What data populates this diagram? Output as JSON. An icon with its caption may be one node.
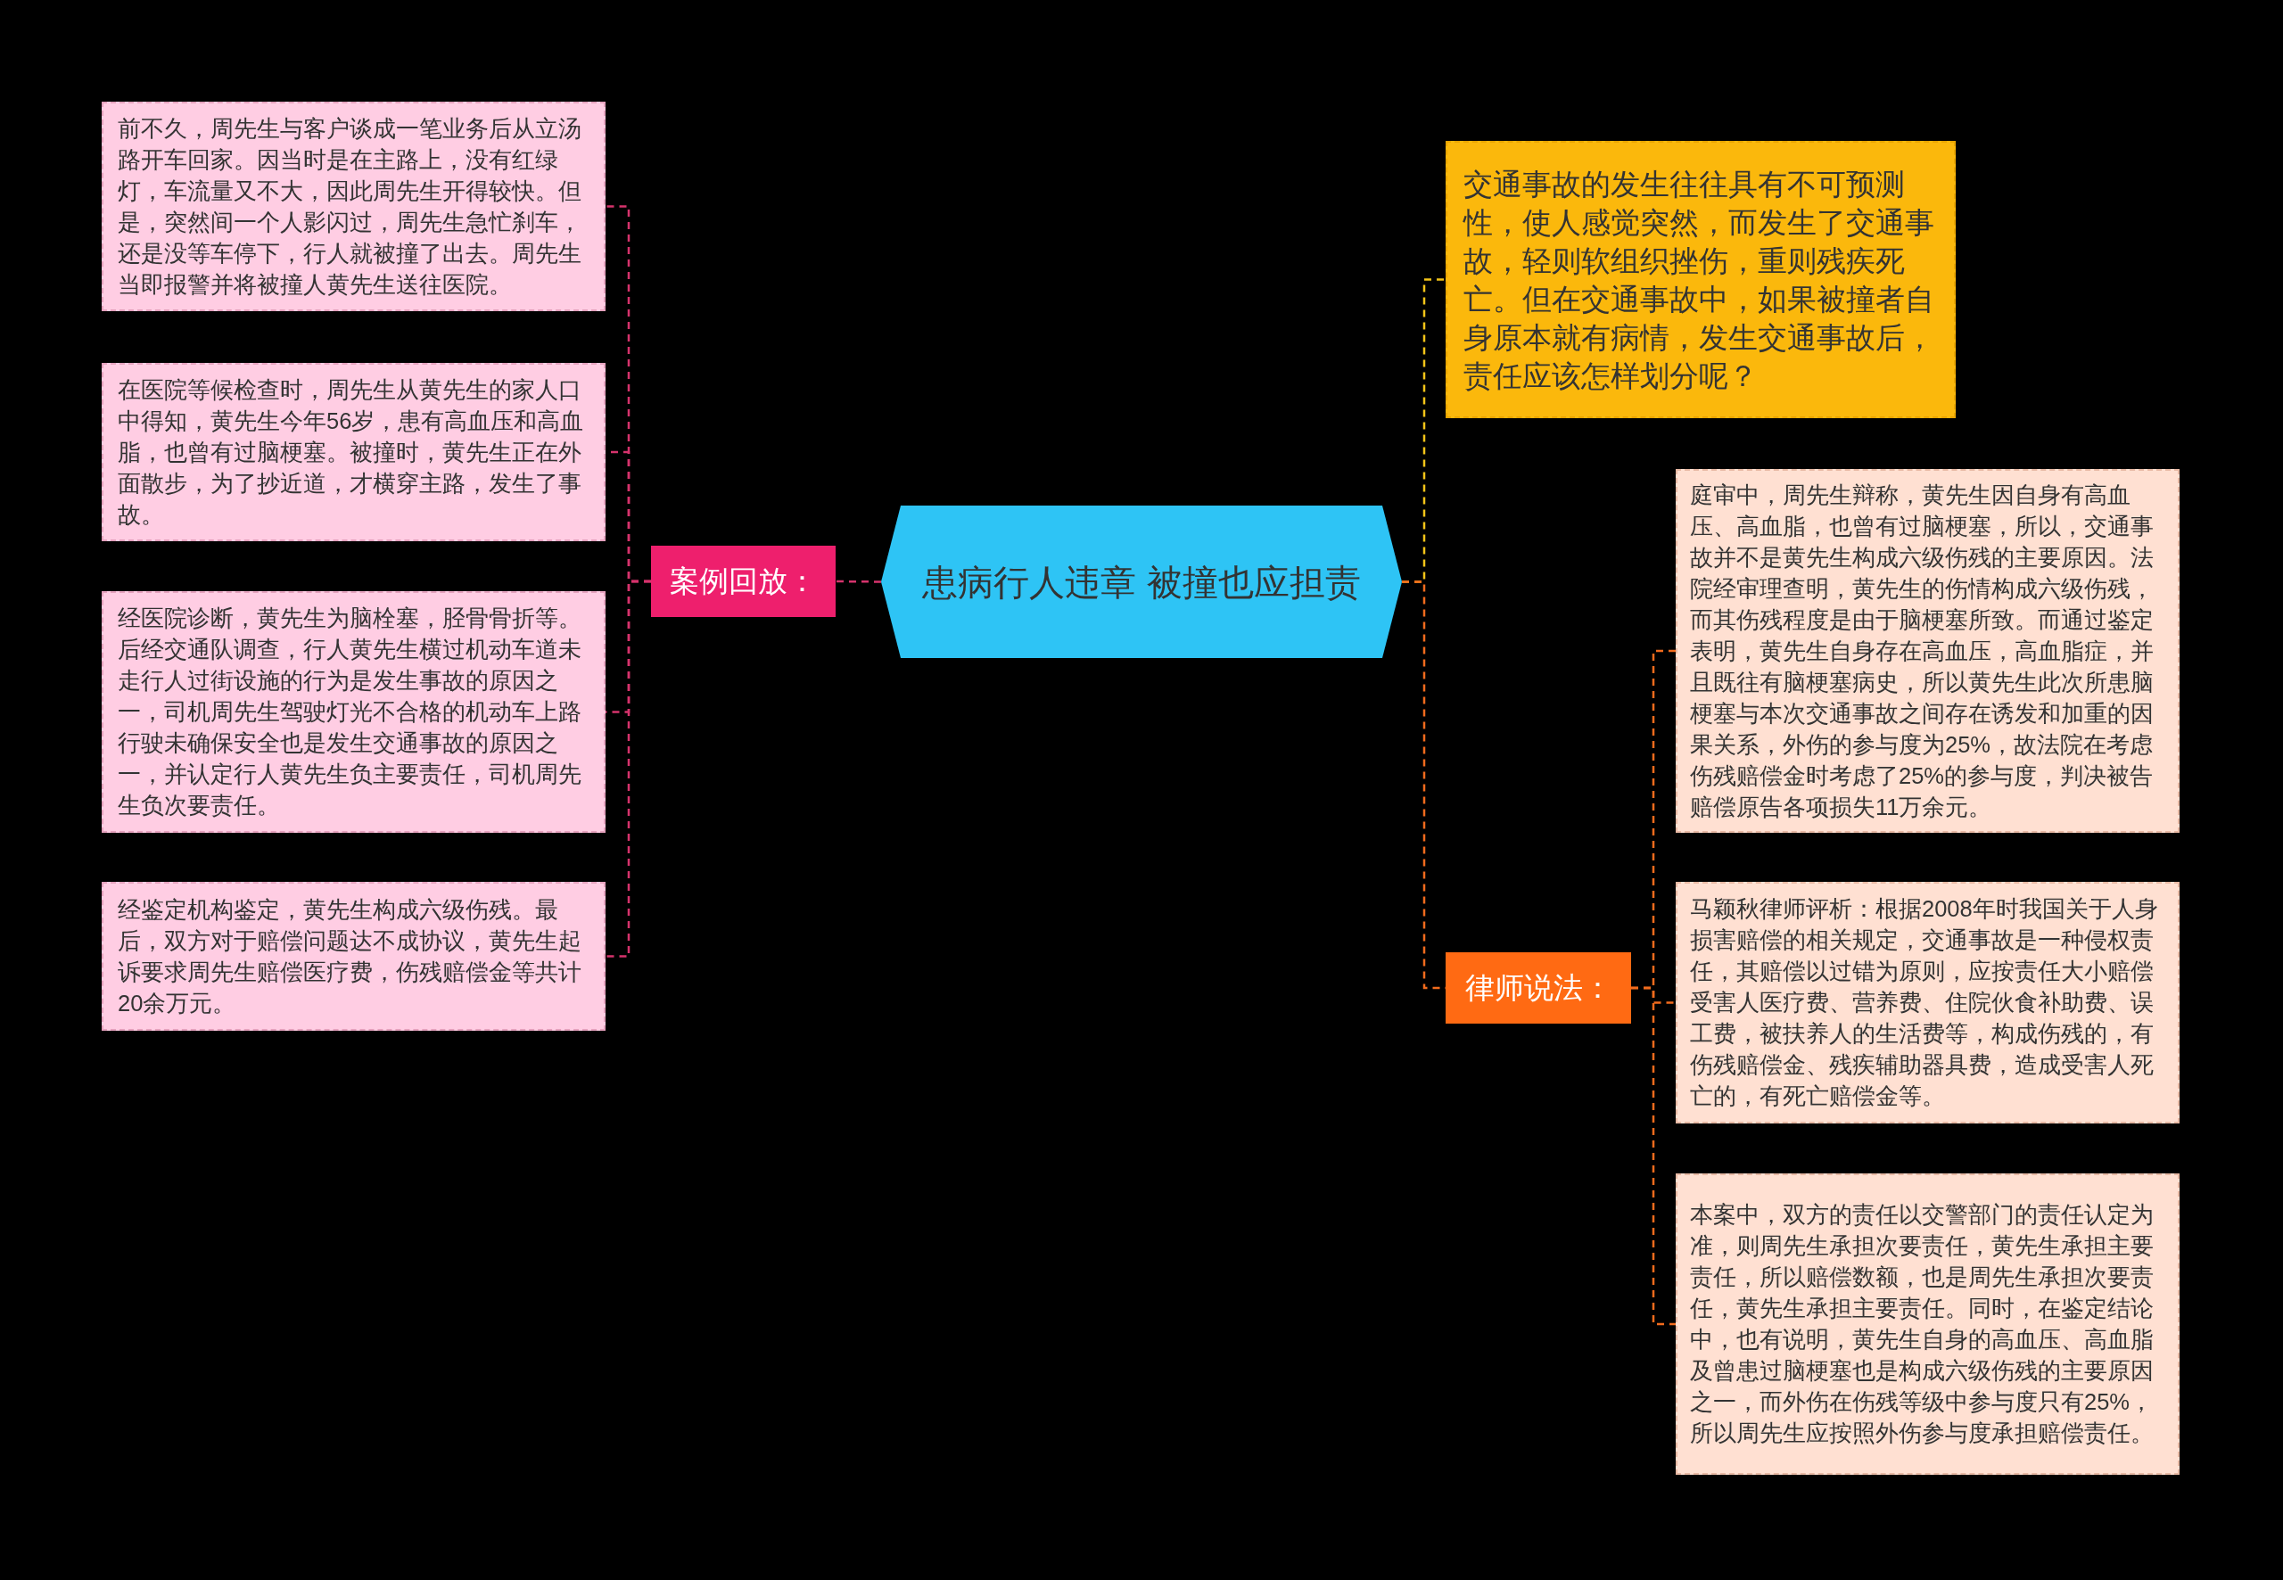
{
  "diagram": {
    "nodes": [
      {
        "text": [
          "患病行人违章 被撞也应担责"
        ]
      },
      {
        "text": [
          "案例回放："
        ]
      },
      {
        "text": [
          "前不久，周先生与客户谈成一笔业务后从立汤路开车回家。因当时是在主路上，没有红绿灯，车流量又不大，因此周先生开得较快。但是，突然间一个人影闪过，周先生急忙刹车，还是没等车停下，行人就被撞了出去。周先生当即报警并将被撞人黄先生送往医院。"
        ]
      },
      {
        "text": [
          "在医院等候检查时，周先生从黄先生的家人口中得知，黄先生今年56岁，患有高血压和高血脂，也曾有过脑梗塞。被撞时，黄先生正在外面散步，为了抄近道，才横穿主路，发生了事故。"
        ]
      },
      {
        "text": [
          "经医院诊断，黄先生为脑栓塞，胫骨骨折等。后经交通队调查，行人黄先生横过机动车道未走行人过街设施的行为是发生事故的原因之一，司机周先生驾驶灯光不合格的机动车上路行驶未确保安全也是发生交通事故的原因之一，并认定行人黄先生负主要责任，司机周先生负次要责任。"
        ]
      },
      {
        "text": [
          "经鉴定机构鉴定，黄先生构成六级伤残。最后，双方对于赔偿问题达不成协议，黄先生起诉要求周先生赔偿医疗费，伤残赔偿金等共计20余万元。"
        ]
      },
      {
        "text": [
          "交通事故的发生往往具有不可预测性，使人感觉突然，而发生了交通事故，轻则软组织挫伤，重则残疾死亡。但在交通事故中，如果被撞者自身原本就有病情，发生交通事故后，责任应该怎样划分呢？"
        ]
      },
      {
        "text": [
          "律师说法："
        ]
      },
      {
        "text": [
          "庭审中，周先生辩称，黄先生因自身有高血压、高血脂，也曾有过脑梗塞，所以，交通事故并不是黄先生构成六级伤残的主要原因。法院经审理查明，黄先生的伤情构成六级伤残，而其伤残程度是由于脑梗塞所致。而通过鉴定表明，黄先生自身存在高血压，高血脂症，并且既往有脑梗塞病史，所以黄先生此次所患脑梗塞与本次交通事故之间存在诱发和加重的因果关系，外伤的参与度为25%，故法院在考虑伤残赔偿金时考虑了25%的参与度，判决被告赔偿原告各项损失11万余元。"
        ]
      },
      {
        "text": [
          "马颖秋律师评析：根据2008年时我国关于人身损害赔偿的相关规定，交通事故是一种侵权责任，其赔偿以过错为原则，应按责任大小赔偿受害人医疗费、营养费、住院伙食补助费、误工费，被扶养人的生活费等，构成伤残的，有伤残赔偿金、残疾辅助器具费，造成受害人死亡的，有死亡赔偿金等。"
        ]
      },
      {
        "text": [
          "本案中，双方的责任以交警部门的责任认定为准，则周先生承担次要责任，黄先生承担主要责任，所以赔偿数额，也是周先生承担次要责任，黄先生承担主要责任。同时，在鉴定结论中，也有说明，黄先生自身的高血压、高血脂及曾患过脑梗塞也是构成六级伤残的主要原因之一，而外伤在伤残等级中参与度只有25%，所以周先生应按照外伤参与度承担赔偿责任。"
        ]
      }
    ],
    "edges": [
      {
        "from": 0,
        "to": 1,
        "arrow": "none"
      },
      {
        "from": 1,
        "to": 2,
        "arrow": "none"
      },
      {
        "from": 1,
        "to": 3,
        "arrow": "none"
      },
      {
        "from": 1,
        "to": 4,
        "arrow": "none"
      },
      {
        "from": 1,
        "to": 5,
        "arrow": "none"
      },
      {
        "from": 0,
        "to": 6,
        "arrow": "none",
        "color": "#f5c518"
      },
      {
        "from": 0,
        "to": 7,
        "arrow": "none",
        "color": "#f26b1d"
      },
      {
        "from": 7,
        "to": 8,
        "arrow": "none",
        "color": "#f26b1d"
      },
      {
        "from": 7,
        "to": 9,
        "arrow": "none",
        "color": "#f26b1d"
      },
      {
        "from": 7,
        "to": 10,
        "arrow": "none",
        "color": "#f26b1d"
      }
    ]
  }
}
